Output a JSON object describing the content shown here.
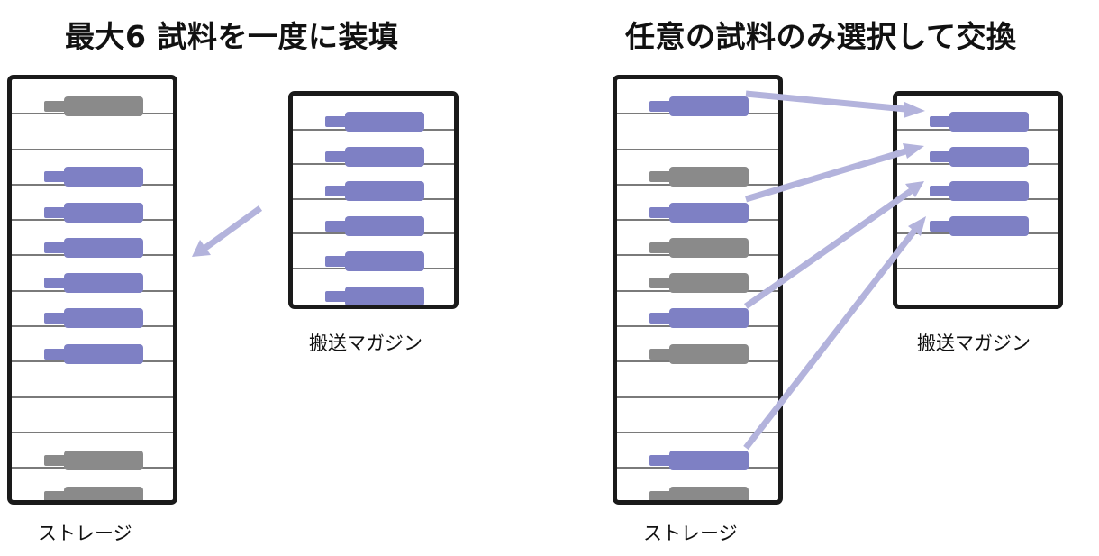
{
  "colors": {
    "sample": "#7e80c4",
    "empty_holder": "#8a8a8a",
    "arrow": "#b3b3dc",
    "frame": "#1a1a1a"
  },
  "left_panel": {
    "title": "最大6 試料を一度に装填",
    "storage_label": "ストレージ",
    "magazine_label": "搬送マガジン",
    "storage_slots": [
      "gray",
      "empty",
      "blue",
      "blue",
      "blue",
      "blue",
      "blue",
      "blue",
      "empty",
      "empty",
      "gray",
      "gray"
    ],
    "magazine_slots": [
      "blue",
      "blue",
      "blue",
      "blue",
      "blue",
      "blue"
    ]
  },
  "right_panel": {
    "title": "任意の試料のみ選択して交換",
    "storage_label": "ストレージ",
    "magazine_label": "搬送マガジン",
    "storage_slots": [
      "blue",
      "empty",
      "gray",
      "blue",
      "gray",
      "gray",
      "blue",
      "gray",
      "empty",
      "empty",
      "blue",
      "gray"
    ],
    "magazine_slots": [
      "blue",
      "blue",
      "blue",
      "blue",
      "empty",
      "empty"
    ]
  }
}
